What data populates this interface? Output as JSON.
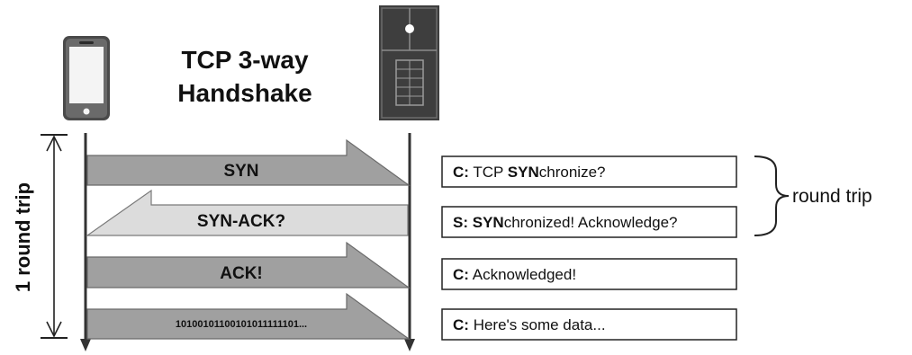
{
  "title": {
    "line1": "TCP 3-way",
    "line2": "Handshake"
  },
  "side_label": "1 round trip",
  "arrows": [
    {
      "label": "SYN",
      "direction": "right",
      "fill": "#a0a0a0"
    },
    {
      "label": "SYN-ACK?",
      "direction": "left",
      "fill": "#dcdcdc"
    },
    {
      "label": "ACK!",
      "direction": "right",
      "fill": "#a0a0a0"
    },
    {
      "label": "10100101100101011111101...",
      "direction": "right",
      "fill": "#a0a0a0"
    }
  ],
  "messages": [
    {
      "prefix": "C:",
      "pre": "TCP ",
      "strong": "SYN",
      "post": "chronize?"
    },
    {
      "prefix": "S:",
      "pre": "",
      "strong": "SYN",
      "post": "chronized! Acknowledge?"
    },
    {
      "prefix": "C:",
      "pre": "",
      "strong": "",
      "post": "Acknowledged!"
    },
    {
      "prefix": "C:",
      "pre": "",
      "strong": "",
      "post": "Here's some data..."
    }
  ],
  "brace_label": "round trip",
  "colors": {
    "device": "#4a4a4a",
    "server": "#3e3e3e",
    "lifeline": "#333333"
  },
  "icons": {
    "client": "smartphone-icon",
    "server": "server-tower-icon"
  }
}
